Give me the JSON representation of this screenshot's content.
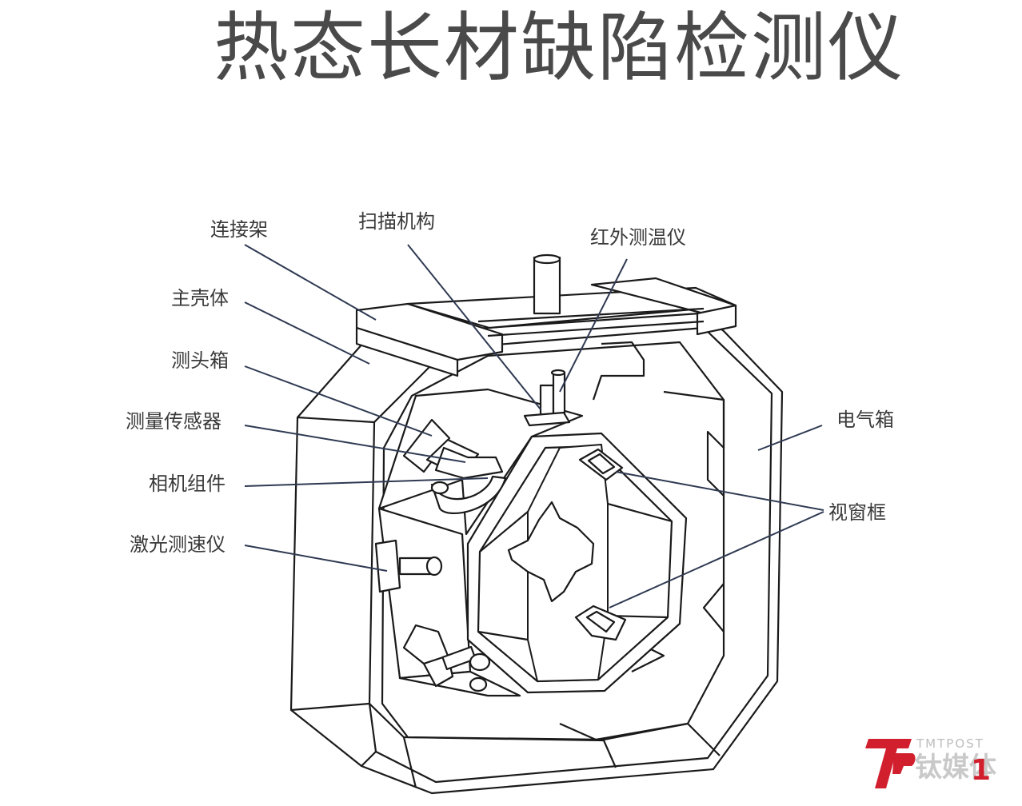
{
  "title": "热态长材缺陷检测仪",
  "labels": {
    "connecting_frame": "连接架",
    "scanning_mechanism": "扫描机构",
    "infrared_thermometer": "红外测温仪",
    "main_housing": "主壳体",
    "probe_box": "测头箱",
    "measuring_sensor": "测量传感器",
    "camera_assembly": "相机组件",
    "laser_velocimeter": "激光测速仪",
    "electrical_box": "电气箱",
    "viewing_window_frame": "视窗框"
  },
  "logo": {
    "text_en": "TMTPOST",
    "text_cn": "钛媒体",
    "brand_color": "#d11f2e"
  },
  "page_number": "1",
  "colors": {
    "line": "#1a1a1a",
    "leader": "#2f3a52",
    "text": "#3a3a3a"
  }
}
